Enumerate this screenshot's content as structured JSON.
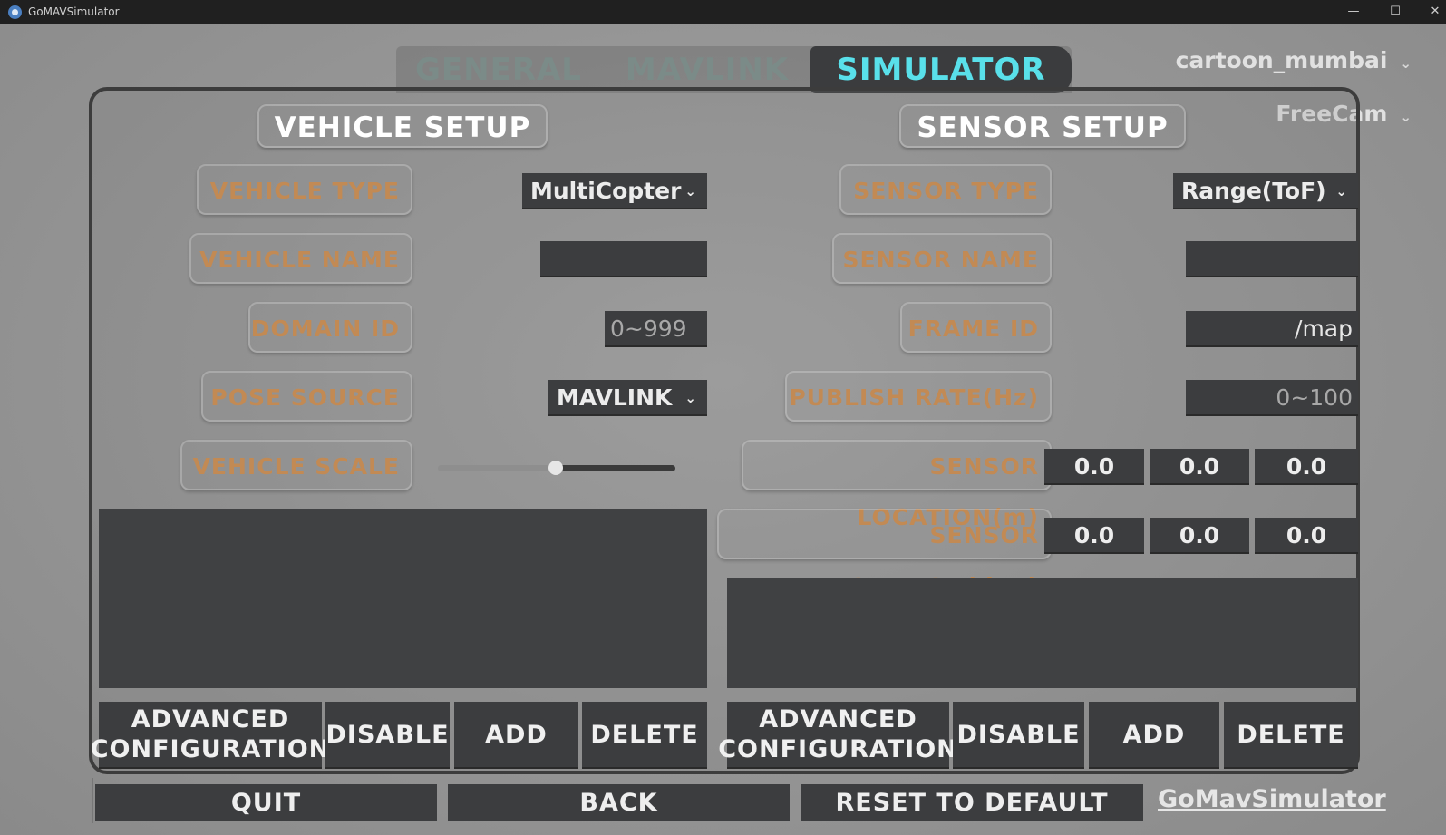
{
  "window": {
    "title": "GoMAVSimulator",
    "controls": [
      "—",
      "☐",
      "✕"
    ]
  },
  "tabs": [
    {
      "label": "GENERAL",
      "active": false
    },
    {
      "label": "MAVLINK",
      "active": false
    },
    {
      "label": "SIMULATOR",
      "active": true
    }
  ],
  "map_select": {
    "value": "cartoon_mumbai"
  },
  "camera_select": {
    "value": "FreeCam"
  },
  "vehicle": {
    "heading": "VEHICLE SETUP",
    "type_label": "VEHICLE TYPE",
    "type_value": "MultiCopter",
    "name_label": "VEHICLE NAME",
    "name_value": "",
    "domain_label": "DOMAIN ID",
    "domain_placeholder": "0~999",
    "pose_label": "POSE SOURCE",
    "pose_value": "MAVLINK",
    "scale_label": "VEHICLE SCALE",
    "scale_level": 0.5,
    "buttons": {
      "advanced": "ADVANCED CONFIGURATION",
      "disable": "DISABLE",
      "add": "ADD",
      "delete": "DELETE"
    }
  },
  "sensor": {
    "heading": "SENSOR SETUP",
    "type_label": "SENSOR TYPE",
    "type_value": "Range(ToF)",
    "name_label": "SENSOR NAME",
    "name_value": "",
    "frame_label": "FRAME ID",
    "frame_value": "/map",
    "rate_label": "PUBLISH RATE(Hz)",
    "rate_placeholder": "0~100",
    "location_label": "SENSOR LOCATION(m)",
    "location": [
      "0.0",
      "0.0",
      "0.0"
    ],
    "rotation_label": "SENSOR ROTATION(deg)",
    "rotation": [
      "0.0",
      "0.0",
      "0.0"
    ],
    "buttons": {
      "advanced": "ADVANCED CONFIGURATION",
      "disable": "DISABLE",
      "add": "ADD",
      "delete": "DELETE"
    }
  },
  "footer": {
    "quit": "QUIT",
    "back": "BACK",
    "reset": "RESET TO DEFAULT",
    "link": "GoMavSimulator"
  },
  "colors": {
    "accent": "#59e0ea",
    "label": "#c28a54",
    "control": "#3c3d3f"
  }
}
